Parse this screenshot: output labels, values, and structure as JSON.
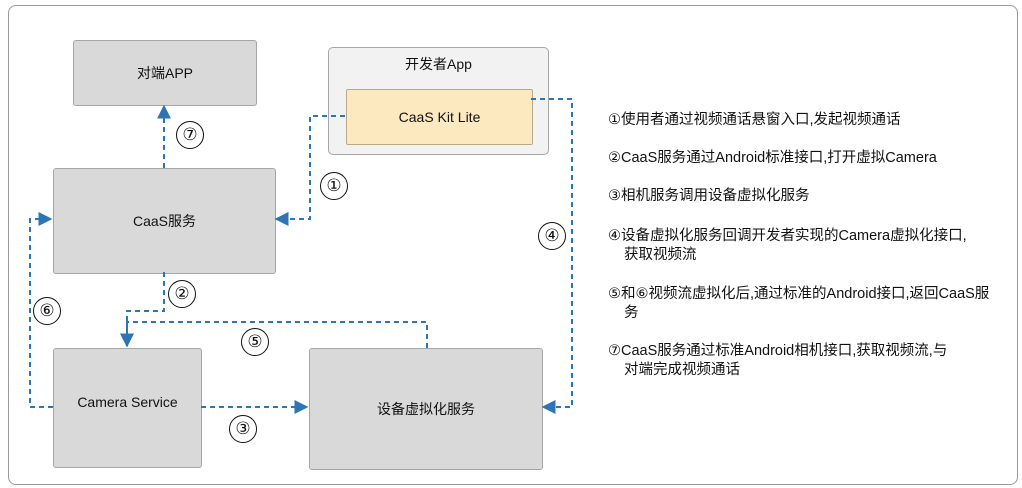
{
  "nodes": {
    "peer_app": "对端APP",
    "developer_app": "开发者App",
    "caas_kit_lite": "CaaS Kit Lite",
    "caas_service": "CaaS服务",
    "camera_service": "Camera Service",
    "device_virtualization": "设备虚拟化服务"
  },
  "step_markers": [
    "①",
    "②",
    "③",
    "④",
    "⑤",
    "⑥",
    "⑦"
  ],
  "legend": [
    "①使用者通过视频通话悬窗入口,发起视频通话",
    "②CaaS服务通过Android标准接口,打开虚拟Camera",
    "③相机服务调用设备虚拟化服务",
    "④设备虚拟化服务回调开发者实现的Camera虚拟化接口,获取视频流",
    "⑤和⑥视频流虚拟化后,通过标准的Android接口,返回CaaS服务",
    "⑦CaaS服务通过标准Android相机接口,获取视频流,与对端完成视频通话"
  ],
  "colors": {
    "arrow": "#2e75b6",
    "box_fill": "#d9d9d9",
    "kit_fill": "#fde9c0",
    "dev_app_fill": "#f2f2f2"
  }
}
